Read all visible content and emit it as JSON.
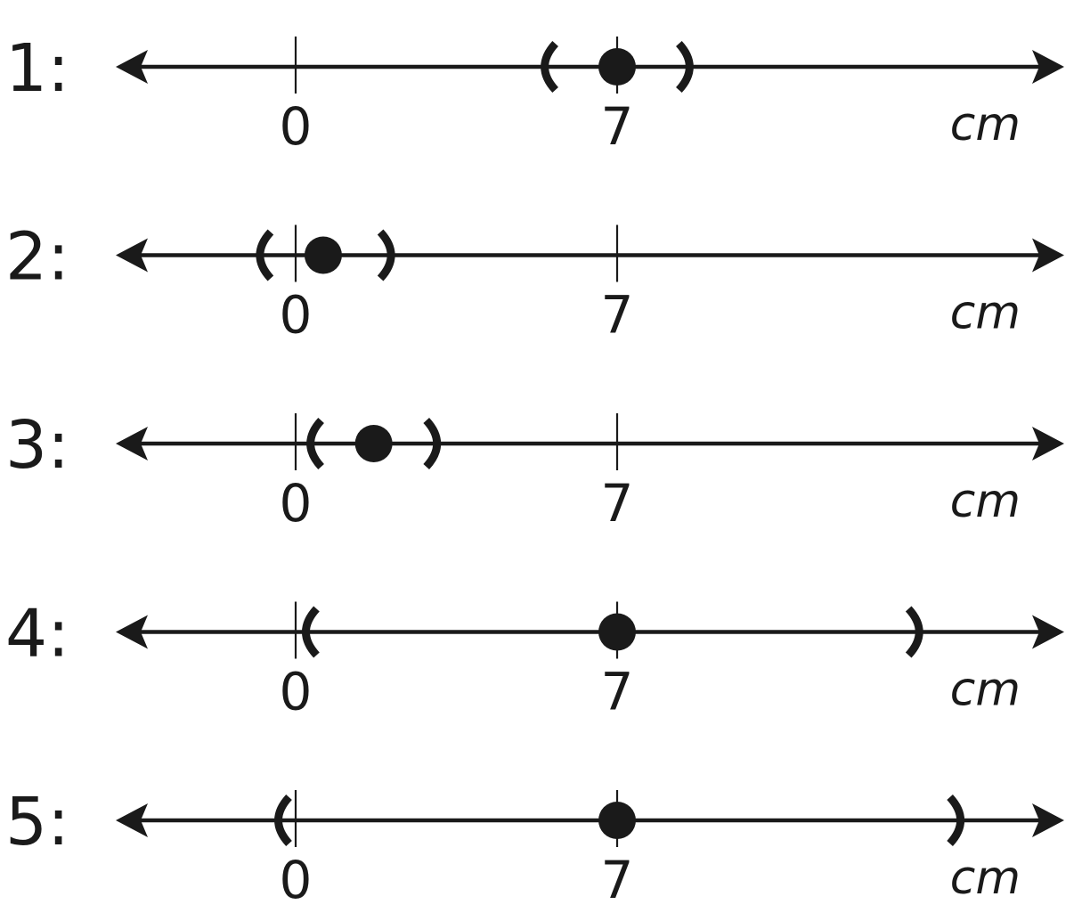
{
  "diagram": {
    "unit": "cm",
    "ticks": [
      {
        "value": 0,
        "label": "0"
      },
      {
        "value": 7,
        "label": "7"
      }
    ],
    "rows": [
      {
        "label": "1:",
        "point": 7,
        "interval": [
          5.5,
          8.5
        ]
      },
      {
        "label": "2:",
        "point": 0.6,
        "interval": [
          -0.7,
          2.0
        ]
      },
      {
        "label": "3:",
        "point": 1.7,
        "interval": [
          0.4,
          3.0
        ]
      },
      {
        "label": "4:",
        "point": 7,
        "interval": [
          0.3,
          13.5
        ]
      },
      {
        "label": "5:",
        "point": 7,
        "interval": [
          -0.3,
          14.4
        ]
      }
    ],
    "colors": {
      "ink": "#1a1a1a",
      "background": "#ffffff"
    }
  }
}
